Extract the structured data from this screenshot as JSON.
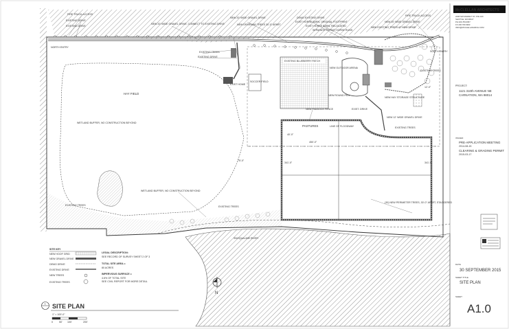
{
  "firm": {
    "name": "McCLELLAN ARCHITECTS",
    "address": [
      "2208 NW MARKET ST, STE 420",
      "SEATTLE, WA 98107",
      "PH 206.783.6957",
      "FX 206.783.6963",
      "INFO@MCCLELLANARCH.COM"
    ]
  },
  "project": {
    "heading": "PROJECT:",
    "address_1": "1121 310th AVENUE NE",
    "address_2": "CARNATION, WA 98014"
  },
  "issued": {
    "heading": "ISSUED:",
    "entries": [
      {
        "title": "PRE-APPLICATION MEETING",
        "date": "2014-08-15"
      },
      {
        "title": "CLEARING & GRADING PERMIT",
        "date": "2015-03-17"
      }
    ]
  },
  "sheet": {
    "date_label": "DATE",
    "date": "30 SEPTEMBER 2015",
    "title_label": "SHEET TITLE",
    "title": "SITE PLAN",
    "number_label": "SHEET",
    "number": "A1.0"
  },
  "plan_title": {
    "number": "1",
    "title": "SITE PLAN",
    "scale": "1\" = 100'-0\"",
    "scale_ticks": [
      "0",
      "50'",
      "100'",
      "200'"
    ]
  },
  "north_label": "N",
  "site_key": {
    "heading": "SITE KEY",
    "items": [
      "NEW HOOF GRID",
      "NEW GRAVEL DRIVE",
      "DEMO DRIVE",
      "EXISTING DRIVE",
      "NEW TREES",
      "EXISTING TREES"
    ]
  },
  "legal": {
    "heading": "LEGAL DESCRIPTION:",
    "text": "SEE RECORD OF SURVEY SHEET 2 OF 3"
  },
  "total_area": {
    "heading": "TOTAL SITE AREA =",
    "value": "80 ACRES"
  },
  "impervious": {
    "heading": "IMPERVIOUS SURFACE =",
    "value": "4.6% OF TOTAL SITE",
    "note": "SEE CIVIL REPORT FOR MORE DETAIL"
  },
  "labels": {
    "fire_access_left": "FIRE TRUCK ACCESS",
    "existing_drive_1": "EXISTING DRIVE",
    "existing_drive_2": "EXISTING DRIVE",
    "new_gravel_drive": "NEW 20' WIDE GRAVEL DRIVE, CONNECT TO EXISTING DRIVE",
    "new_gravel_drive_2": "NEW 20' WIDE GRAVEL DRIVE",
    "new_driveway_trees": "NEW DRIVEWAY TREES 30'-0\" APART",
    "demo_drive": "DEMO EXISTING DRIVE",
    "exist_barn": "EXIST HORSE BARN, ORIGINAL FOOTPRINT",
    "exist_barn_reloc": "EXIST HORSE BARN, RELOCATED",
    "separate_runs": "SEPARATE PERMIT HORSE RUNS",
    "fire_access_right": "FIRE TRUCK ACCESS",
    "new_gravel_right": "NEW 20' WIDE GRAVEL DRIVE",
    "new_trees_drive": "NEW EXISTING TREES AT NEW DRIVE",
    "north_entry": "NORTH ENTRY",
    "existing_trees_a": "EXISTING TREES",
    "existing_drive_a": "EXISTING DRIVE",
    "exist_home": "EXIST HOME",
    "blueberry": "EXISTING BLUEBERRY PATCH",
    "soccer": "SOCCER FIELD",
    "outdoor_arena": "NEW OUTDOOR ARENA",
    "round_pen": "NEW ROUND PEN",
    "hay_storage": "NEW HAY STORAGE STRUCTURE",
    "exist_drive_b": "EXIST. DRIVE",
    "existing_trees_b": "EXISTING TREES",
    "south_entry": "SOUTH ENTRY",
    "hay_field": "HAY FIELD",
    "wetland_1": "WETLAND BUFFER, NO CONSTRUCTION BEYOND",
    "new_paddock": "NEW PADDOCK FENCE",
    "pastures": "PASTURES",
    "line_floodway": "LINE OF FLOODWAY",
    "new_12_gravel": "NEW 12' WIDE GRAVEL DRIVE",
    "existing_trees_c": "EXISTING TREES",
    "wetland_2": "WETLAND BUFFER, NO CONSTRUCTION BEYOND",
    "existing_trees_d": "EXISTING TREES",
    "existing_trees_e": "EXISTING TREES",
    "perimeter_trees": "(30) NEW PERIMETER TREES, 30'-0\" APART, STAGGERED",
    "river": "SNOQUALMIE RIVER",
    "dim_1": "40'-0\"",
    "dim_2": "450'-0\"",
    "dim_3": "341'-0\"",
    "dim_4": "341'-0\"",
    "dim_5": "75'-0\"",
    "dim_6": "12'-0\""
  }
}
